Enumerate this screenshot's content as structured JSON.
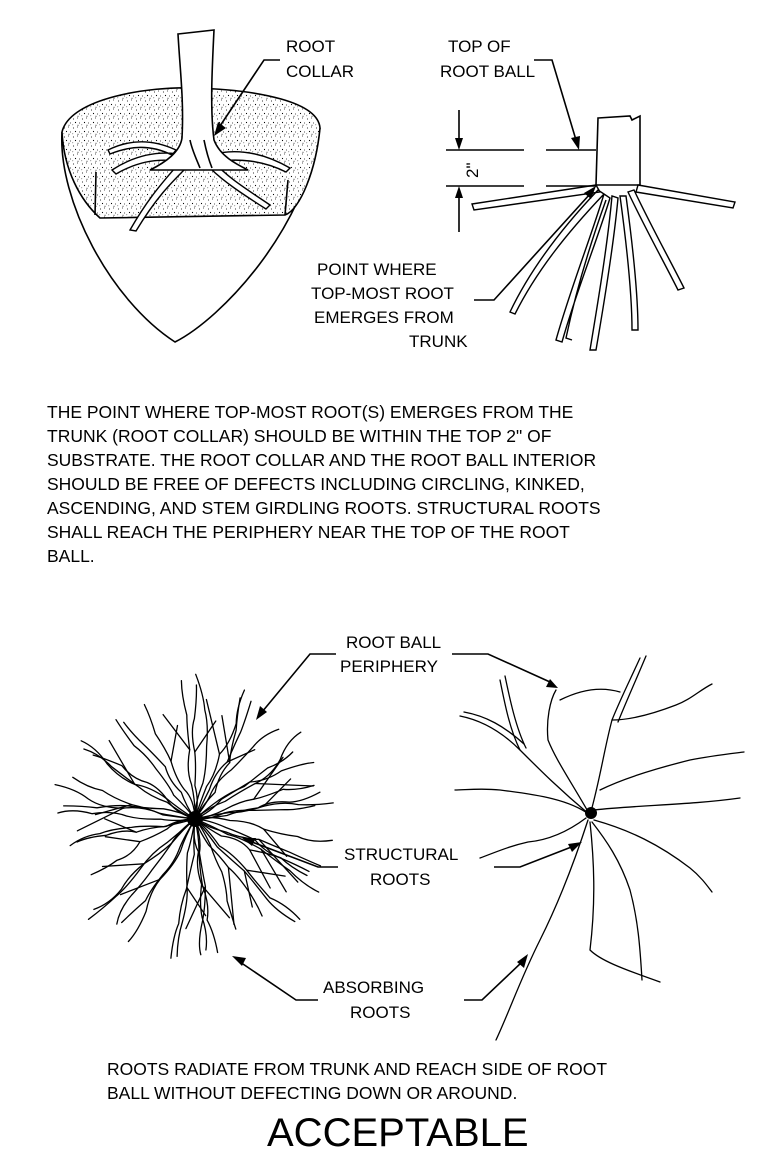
{
  "labels": {
    "root_collar": [
      "ROOT",
      "COLLAR"
    ],
    "top_of_root_ball": [
      "TOP OF",
      "ROOT BALL"
    ],
    "dimension": "2\"",
    "point_where": [
      "POINT WHERE",
      "TOP-MOST ROOT",
      "EMERGES FROM",
      "TRUNK"
    ],
    "root_ball_periphery": [
      "ROOT BALL",
      "PERIPHERY"
    ],
    "structural_roots": [
      "STRUCTURAL",
      "ROOTS"
    ],
    "absorbing_roots": [
      "ABSORBING",
      "ROOTS"
    ]
  },
  "paragraph": [
    "THE POINT WHERE TOP-MOST ROOT(S) EMERGES FROM THE",
    "TRUNK (ROOT COLLAR) SHOULD BE WITHIN THE TOP 2\" OF",
    "SUBSTRATE. THE ROOT COLLAR AND THE ROOT BALL INTERIOR",
    "SHOULD BE FREE OF DEFECTS INCLUDING CIRCLING, KINKED,",
    "ASCENDING, AND STEM GIRDLING ROOTS. STRUCTURAL ROOTS",
    "SHALL REACH THE PERIPHERY NEAR THE TOP OF THE ROOT",
    "BALL."
  ],
  "caption": [
    "ROOTS RADIATE FROM TRUNK AND REACH SIDE OF ROOT",
    "BALL WITHOUT DEFECTING DOWN OR AROUND."
  ],
  "title": "ACCEPTABLE"
}
